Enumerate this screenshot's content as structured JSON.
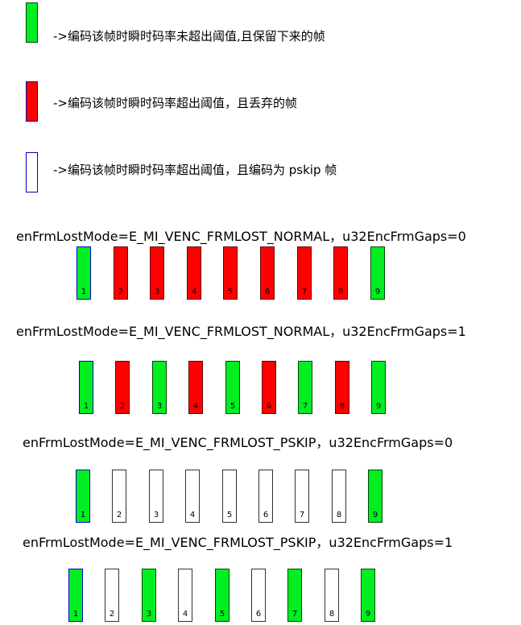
{
  "colors": {
    "keep": "#00ee22",
    "drop": "#ff0000",
    "pskip": "#ffffff",
    "keep_border": "#004400",
    "drop_border": "#660000",
    "pskip_border": "#333333"
  },
  "legend": [
    {
      "type": "keep",
      "text": "->编码该帧时瞬时码率未超出阈值,且保留下来的帧"
    },
    {
      "type": "drop",
      "text": "->编码该帧时瞬时码率超出阈值，且丢弃的帧"
    },
    {
      "type": "pskip",
      "text": "->编码该帧时瞬时码率超出阈值，且编码为 pskip 帧"
    }
  ],
  "rows": [
    {
      "title": "enFrmLostMode=E_MI_VENC_FRMLOST_NORMAL，u32EncFrmGaps=0",
      "frames": [
        {
          "n": "1",
          "type": "keep"
        },
        {
          "n": "2",
          "type": "drop"
        },
        {
          "n": "3",
          "type": "drop"
        },
        {
          "n": "4",
          "type": "drop"
        },
        {
          "n": "5",
          "type": "drop"
        },
        {
          "n": "6",
          "type": "drop"
        },
        {
          "n": "7",
          "type": "drop"
        },
        {
          "n": "8",
          "type": "drop"
        },
        {
          "n": "9",
          "type": "keep"
        }
      ]
    },
    {
      "title": "enFrmLostMode=E_MI_VENC_FRMLOST_NORMAL，u32EncFrmGaps=1",
      "frames": [
        {
          "n": "1",
          "type": "keep"
        },
        {
          "n": "2",
          "type": "drop"
        },
        {
          "n": "3",
          "type": "keep"
        },
        {
          "n": "4",
          "type": "drop"
        },
        {
          "n": "5",
          "type": "keep"
        },
        {
          "n": "6",
          "type": "drop"
        },
        {
          "n": "7",
          "type": "keep"
        },
        {
          "n": "8",
          "type": "drop"
        },
        {
          "n": "9",
          "type": "keep"
        }
      ]
    },
    {
      "title": "enFrmLostMode=E_MI_VENC_FRMLOST_PSKIP，u32EncFrmGaps=0",
      "frames": [
        {
          "n": "1",
          "type": "keep"
        },
        {
          "n": "2",
          "type": "pskip"
        },
        {
          "n": "3",
          "type": "pskip"
        },
        {
          "n": "4",
          "type": "pskip"
        },
        {
          "n": "5",
          "type": "pskip"
        },
        {
          "n": "6",
          "type": "pskip"
        },
        {
          "n": "7",
          "type": "pskip"
        },
        {
          "n": "8",
          "type": "pskip"
        },
        {
          "n": "9",
          "type": "keep"
        }
      ]
    },
    {
      "title": "enFrmLostMode=E_MI_VENC_FRMLOST_PSKIP，u32EncFrmGaps=1",
      "frames": [
        {
          "n": "1",
          "type": "keep"
        },
        {
          "n": "2",
          "type": "pskip"
        },
        {
          "n": "3",
          "type": "keep"
        },
        {
          "n": "4",
          "type": "pskip"
        },
        {
          "n": "5",
          "type": "keep"
        },
        {
          "n": "6",
          "type": "pskip"
        },
        {
          "n": "7",
          "type": "keep"
        },
        {
          "n": "8",
          "type": "pskip"
        },
        {
          "n": "9",
          "type": "keep"
        }
      ]
    }
  ]
}
